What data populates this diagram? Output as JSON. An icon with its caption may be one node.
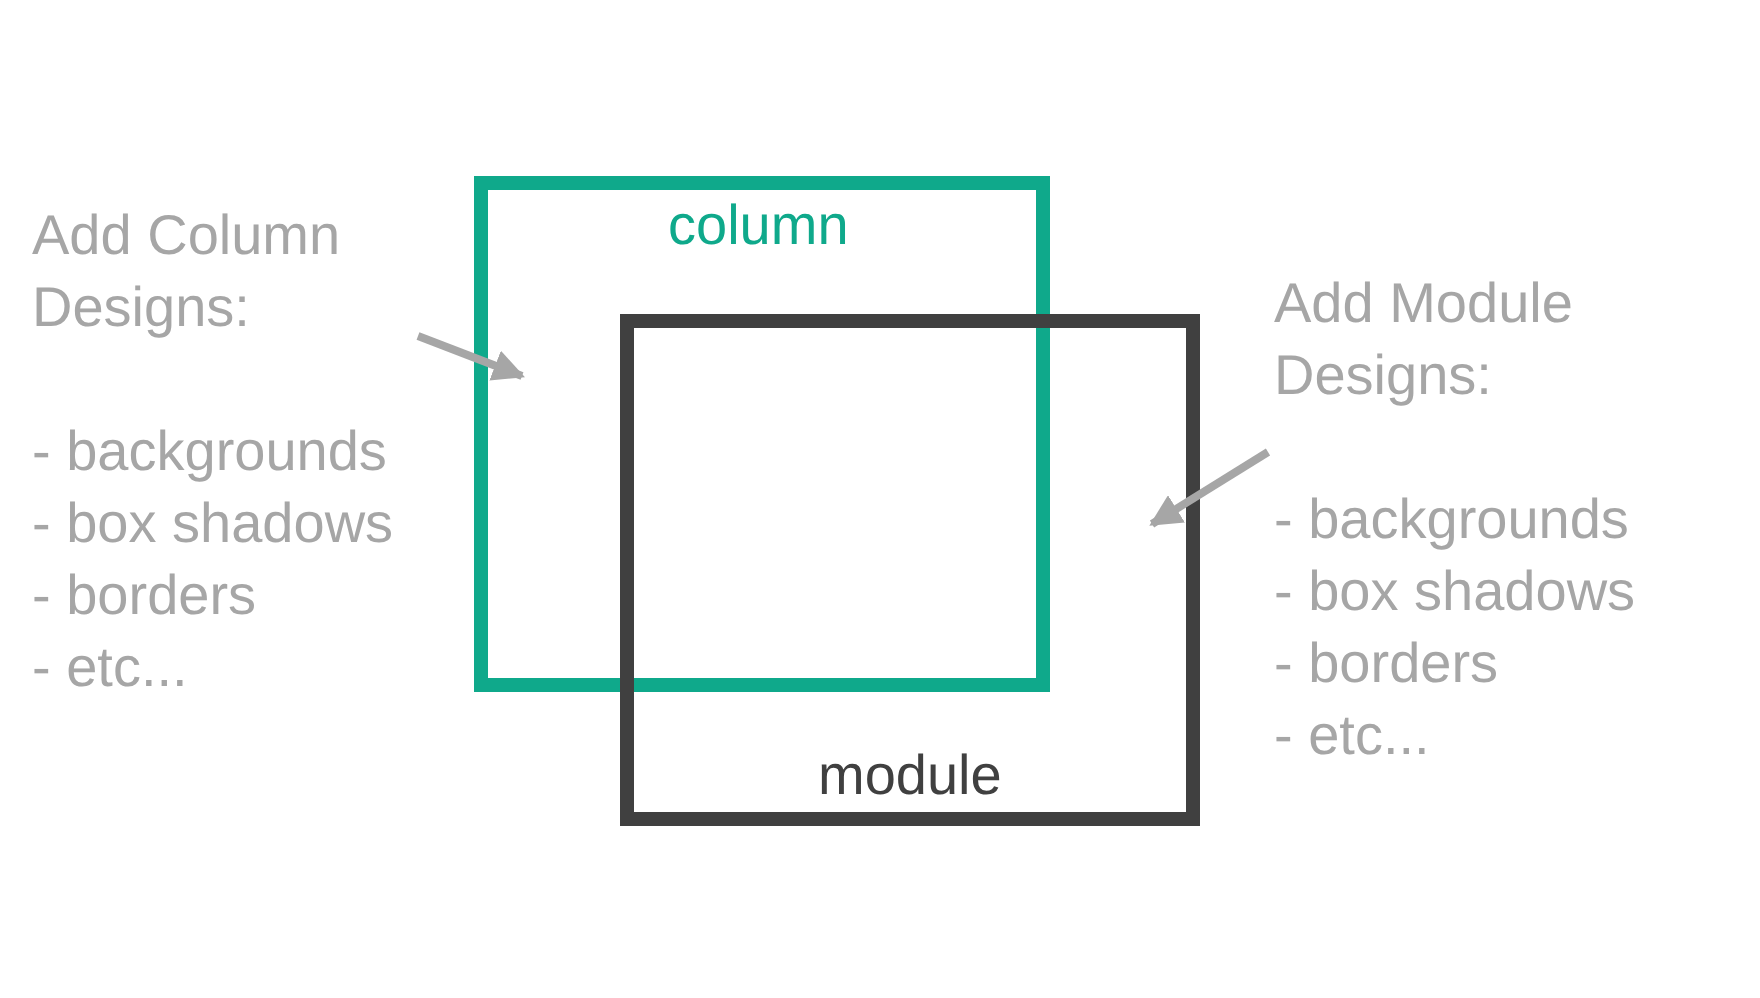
{
  "diagram": {
    "nodes": [
      {
        "text": [
          "column"
        ]
      },
      {
        "text": [
          "module"
        ]
      },
      {
        "text": [
          "Add Column Designs:",
          "- backgrounds",
          "- box shadows",
          "- borders",
          "- etc..."
        ]
      },
      {
        "text": [
          "Add Module Designs:",
          "- backgrounds",
          "- box shadows",
          "- borders",
          "- etc..."
        ]
      }
    ],
    "edges": [
      {
        "from": 2,
        "to": 0,
        "arrow": "to"
      },
      {
        "from": 3,
        "to": 1,
        "arrow": "to"
      }
    ]
  }
}
